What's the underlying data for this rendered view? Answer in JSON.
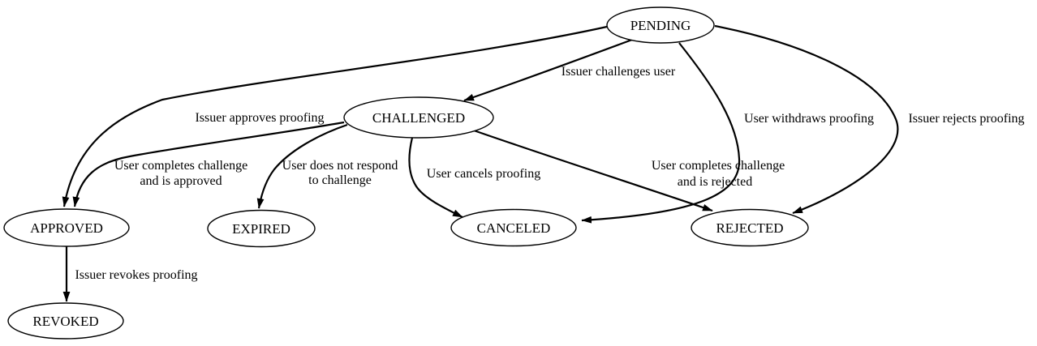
{
  "colors": {
    "background": "#ffffff",
    "line": "#000000",
    "node_fill": "#ffffff",
    "text": "#000000"
  },
  "diagram": {
    "type": "state-transition-graph",
    "nodes": [
      {
        "id": "pending",
        "label": "PENDING"
      },
      {
        "id": "challenged",
        "label": "CHALLENGED"
      },
      {
        "id": "approved",
        "label": "APPROVED"
      },
      {
        "id": "expired",
        "label": "EXPIRED"
      },
      {
        "id": "canceled",
        "label": "CANCELED"
      },
      {
        "id": "rejected",
        "label": "REJECTED"
      },
      {
        "id": "revoked",
        "label": "REVOKED"
      }
    ],
    "edges": [
      {
        "from": "PENDING",
        "to": "CHALLENGED",
        "lines": [
          "Issuer challenges user"
        ]
      },
      {
        "from": "PENDING",
        "to": "APPROVED",
        "lines": [
          "Issuer approves proofing"
        ]
      },
      {
        "from": "PENDING",
        "to": "CANCELED",
        "lines": [
          "User withdraws proofing"
        ]
      },
      {
        "from": "PENDING",
        "to": "REJECTED",
        "lines": [
          "Issuer rejects proofing"
        ]
      },
      {
        "from": "CHALLENGED",
        "to": "APPROVED",
        "lines": [
          "User completes challenge",
          "and is approved"
        ]
      },
      {
        "from": "CHALLENGED",
        "to": "EXPIRED",
        "lines": [
          "User does not respond",
          "to challenge"
        ]
      },
      {
        "from": "CHALLENGED",
        "to": "CANCELED",
        "lines": [
          "User cancels proofing"
        ]
      },
      {
        "from": "CHALLENGED",
        "to": "REJECTED",
        "lines": [
          "User completes challenge",
          "and is rejected"
        ]
      },
      {
        "from": "APPROVED",
        "to": "REVOKED",
        "lines": [
          "Issuer revokes proofing"
        ]
      }
    ]
  }
}
